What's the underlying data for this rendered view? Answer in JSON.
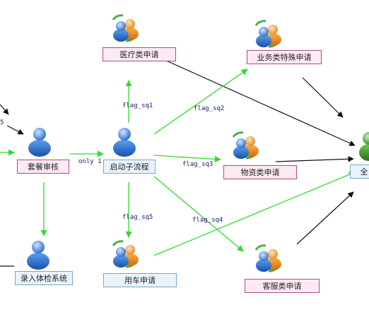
{
  "nodes": {
    "medical": "医疗类申请",
    "business_special": "业务类特殊申请",
    "package_review": "套餐审核",
    "start_subprocess": "启动子流程",
    "material": "物资类申请",
    "entry_exam_system": "录入体检系统",
    "vehicle": "用车申请",
    "customer_service": "客服类申请",
    "all_cut": "全"
  },
  "edge_labels": {
    "flag_sq1": "flag_sq1",
    "flag_sq2": "flag_sq2",
    "flag_sq3": "flag_sq3",
    "flag_sq4": "flag_sq4",
    "flag_sq5": "flag_sq5",
    "only1": "only 1",
    "cut_5": "5"
  },
  "colors": {
    "green_edge": "#2edc2e",
    "black_edge": "#111111",
    "pink_border": "#b04a86",
    "blue_border": "#7aa6c8"
  }
}
